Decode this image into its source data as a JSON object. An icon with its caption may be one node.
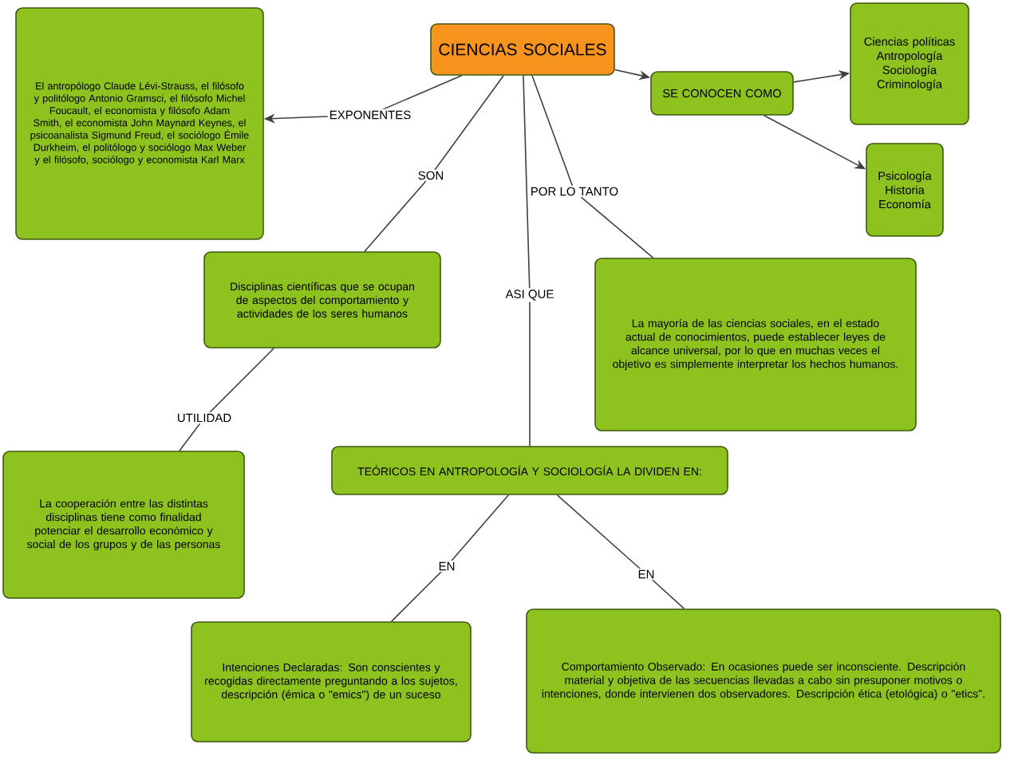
{
  "diagram": {
    "nodes": [
      {
        "text": [
          "CIENCIAS SOCIALES"
        ]
      },
      {
        "text": [
          "El antropólogo Claude Lévi-Strauss, el filósofo y politólogo Antonio Gramsci, el filósofo Michel Foucault, el economista y filósofo Adam Smith, el economista John Maynard Keynes, el psicoanalista Sigmund Freud, el sociólogo Émile Durkheim, el politólogo y sociólogo Max Weber y el filósofo, sociólogo y economista Karl Marx"
        ]
      },
      {
        "text": [
          "SE CONOCEN COMO"
        ]
      },
      {
        "text": [
          "Ciencias políticas Antropología Sociología Criminología"
        ]
      },
      {
        "text": [
          "Psicología Historia Economía"
        ]
      },
      {
        "text": [
          "Disciplinas científicas que se ocupan de aspectos del comportamiento y actividades de los seres humanos"
        ]
      },
      {
        "text": [
          "La mayoría de las ciencias sociales, en el estado actual de conocimientos, puede establecer leyes de alcance universal, por lo que en muchas veces el objetivo es simplemente interpretar los hechos humanos."
        ]
      },
      {
        "text": [
          "La cooperación entre las distintas disciplinas tiene como finalidad potenciar el desarrollo económico y social de los grupos y de las personas"
        ]
      },
      {
        "text": [
          "TEÓRICOS EN ANTROPOLOGÍA Y SOCIOLOGÍA LA DIVIDEN EN:"
        ]
      },
      {
        "text": [
          "Intenciones Declaradas: Son conscientes y recogidas directamente preguntando a los sujetos, descripción (émica o \"emics\") de un suceso"
        ]
      },
      {
        "text": [
          "Comportamiento Observado: En ocasiones puede ser inconsciente. Descripción material y objetiva de las secuencias llevadas a cabo sin presuponer motivos o intenciones, donde intervienen dos observadores. Descripción ética (etológica) o \"etics\"."
        ]
      }
    ],
    "edges": [
      {
        "from": 0,
        "to": 1,
        "arrow": "to",
        "label": "EXPONENTES"
      },
      {
        "from": 0,
        "to": 2,
        "arrow": "to"
      },
      {
        "from": 2,
        "to": 3,
        "arrow": "to"
      },
      {
        "from": 2,
        "to": 4,
        "arrow": "to"
      },
      {
        "from": 0,
        "to": 5,
        "arrow": "none",
        "label": "SON"
      },
      {
        "from": 0,
        "to": 6,
        "arrow": "none",
        "label": "POR LO TANTO"
      },
      {
        "from": 0,
        "to": 8,
        "arrow": "none",
        "label": "ASI QUE"
      },
      {
        "from": 5,
        "to": 7,
        "arrow": "none",
        "label": "UTILIDAD"
      },
      {
        "from": 8,
        "to": 9,
        "arrow": "none",
        "label": "EN"
      },
      {
        "from": 8,
        "to": 10,
        "arrow": "none",
        "label": "EN"
      }
    ]
  }
}
